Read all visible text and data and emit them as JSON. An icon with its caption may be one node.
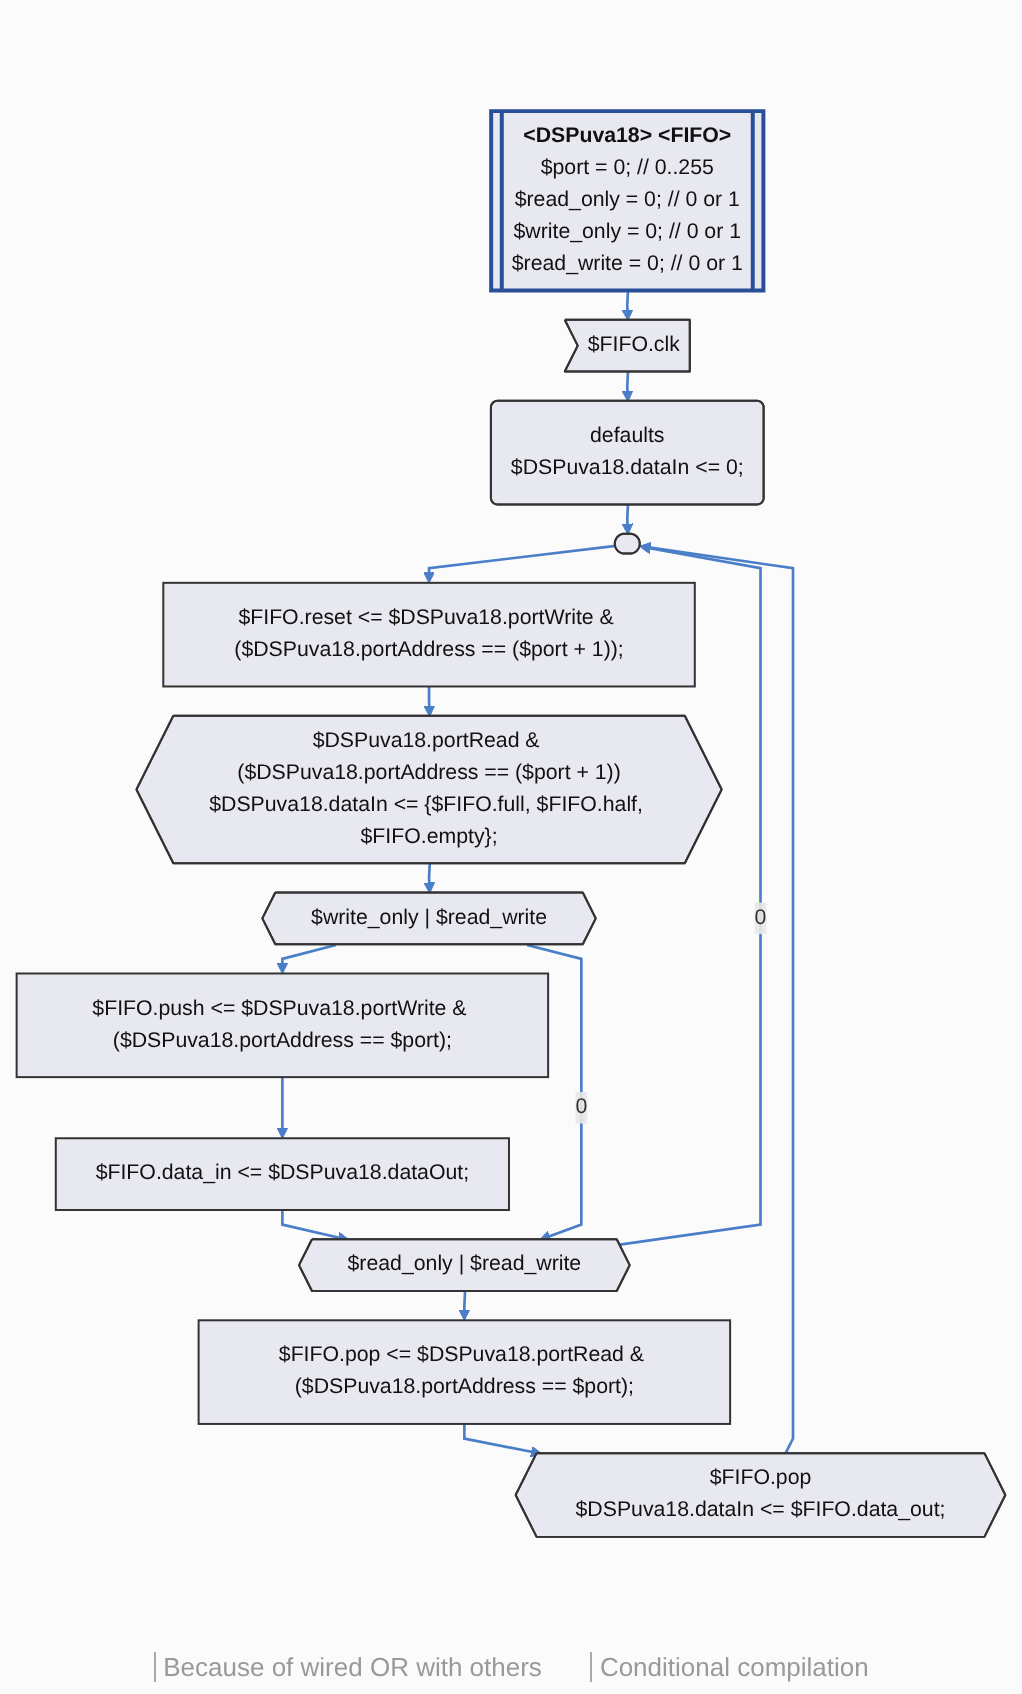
{
  "diagram": {
    "nodes": [
      {
        "text": [
          "<DSPuva18> <FIFO>",
          "$port = 0; // 0..255",
          "$read_only = 0; // 0 or 1",
          "$write_only = 0; // 0 or 1",
          "$read_write = 0; // 0 or 1"
        ]
      },
      {
        "text": [
          "$FIFO.clk"
        ]
      },
      {
        "text": [
          "defaults",
          "$DSPuva18.dataIn <= 0;"
        ]
      },
      {
        "text": [],
        "shape": "box"
      },
      {
        "text": [
          "$FIFO.reset <= $DSPuva18.portWrite & ($DSPuva18.portAddress == ($port + 1));"
        ]
      },
      {
        "text": [
          "$DSPuva18.portRead & ($DSPuva18.portAddress == ($port + 1))",
          "$DSPuva18.dataIn <= {$FIFO.full, $FIFO.half, $FIFO.empty};"
        ]
      },
      {
        "text": [
          "$write_only | $read_write"
        ]
      },
      {
        "text": [
          "$FIFO.push <= $DSPuva18.portWrite & ($DSPuva18.portAddress == $port);"
        ]
      },
      {
        "text": [
          "$FIFO.data_in <= $DSPuva18.dataOut;"
        ]
      },
      {
        "text": [
          "$read_only | $read_write"
        ]
      },
      {
        "text": [
          "$FIFO.pop <= $DSPuva18.portRead & ($DSPuva18.portAddress == $port);"
        ]
      },
      {
        "text": [
          "$FIFO.pop",
          "$DSPuva18.dataIn <= $FIFO.data_out;"
        ]
      }
    ],
    "edges": [
      {
        "from": 0,
        "to": 1,
        "arrow": "to"
      },
      {
        "from": 1,
        "to": 2,
        "arrow": "to"
      },
      {
        "from": 2,
        "to": 3,
        "arrow": "to"
      },
      {
        "from": 3,
        "to": 4,
        "arrow": "to"
      },
      {
        "from": 4,
        "to": 5,
        "arrow": "to"
      },
      {
        "from": 5,
        "to": 6,
        "arrow": "to"
      },
      {
        "from": 6,
        "to": 7,
        "arrow": "to"
      },
      {
        "from": 7,
        "to": 8,
        "arrow": "to"
      },
      {
        "from": 8,
        "to": 9,
        "arrow": "to"
      },
      {
        "from": 6,
        "to": 9,
        "label": "0",
        "arrow": "to"
      },
      {
        "from": 9,
        "to": 10,
        "arrow": "to"
      },
      {
        "from": 10,
        "to": 11,
        "arrow": "to"
      },
      {
        "from": 11,
        "to": 3,
        "arrow": "to"
      },
      {
        "from": 9,
        "to": 3,
        "label": "0",
        "arrow": "to"
      }
    ],
    "labels": [
      "Because of wired OR with others",
      "Conditional compilation"
    ]
  }
}
